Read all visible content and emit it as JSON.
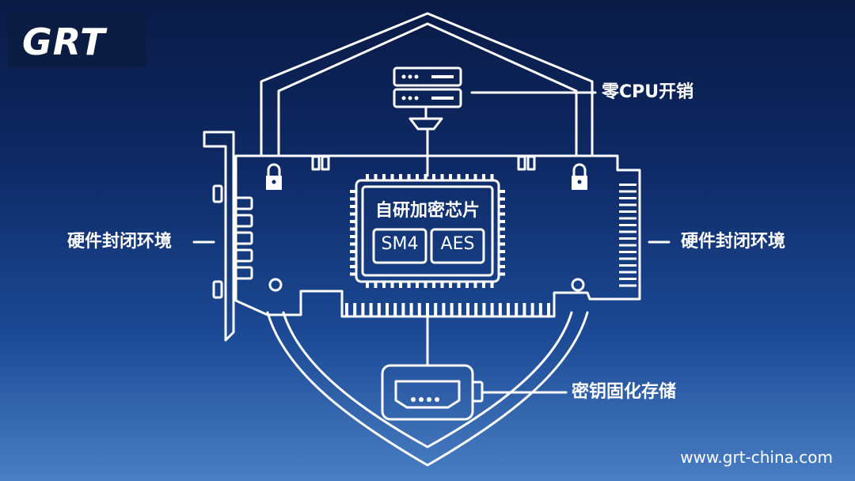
{
  "logo": {
    "text": "GRT"
  },
  "labels": {
    "zero_cpu": "零CPU开销",
    "hw_env_left": "硬件封闭环境",
    "hw_env_right": "硬件封闭环境",
    "key_storage": "密钥固化存储"
  },
  "chip": {
    "title": "自研加密芯片",
    "algorithms": [
      "SM4",
      "AES"
    ]
  },
  "footer": {
    "url": "www.grt-china.com"
  },
  "icons": [
    "shield-icon",
    "server-icon",
    "lock-icon",
    "usb-key-icon",
    "chip-icon"
  ],
  "colors": {
    "background_top": "#0a1a45",
    "background_bottom": "#4a7fc4",
    "line": "#ffffff"
  }
}
